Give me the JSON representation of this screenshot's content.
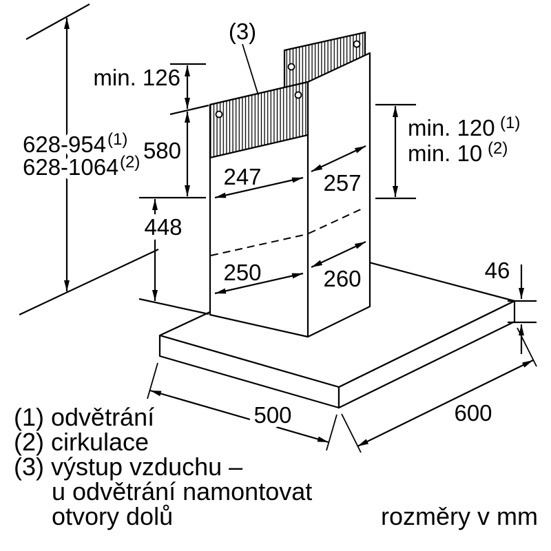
{
  "drawing": {
    "title": "chimney-hood-dimension-drawing",
    "units_note": "rozměry v mm",
    "colors": {
      "line": "#000000",
      "background": "#ffffff"
    },
    "labels": {
      "ref3": "(3)",
      "ceiling_gap": "min. 126",
      "height_vent": "628-954",
      "height_vent_sup": "(1)",
      "height_circ": "628-1064",
      "height_circ_sup": "(2)",
      "upper_duct_height": "580",
      "lower_duct_height": "448",
      "upper_duct_width": "247",
      "upper_duct_depth": "257",
      "lower_duct_width": "250",
      "lower_duct_depth": "260",
      "overlap_vent": "min. 120",
      "overlap_vent_sup": "(1)",
      "overlap_circ": "min. 10",
      "overlap_circ_sup": "(2)",
      "body_height": "46",
      "body_width": "600",
      "body_depth": "500"
    },
    "legend": {
      "item1": "(1) odvětrání",
      "item2": "(2) cirkulace",
      "item3_line1": "(3) výstup vzduchu –",
      "item3_line2": "u odvětrání namontovat",
      "item3_line3": "otvory dolů"
    }
  }
}
